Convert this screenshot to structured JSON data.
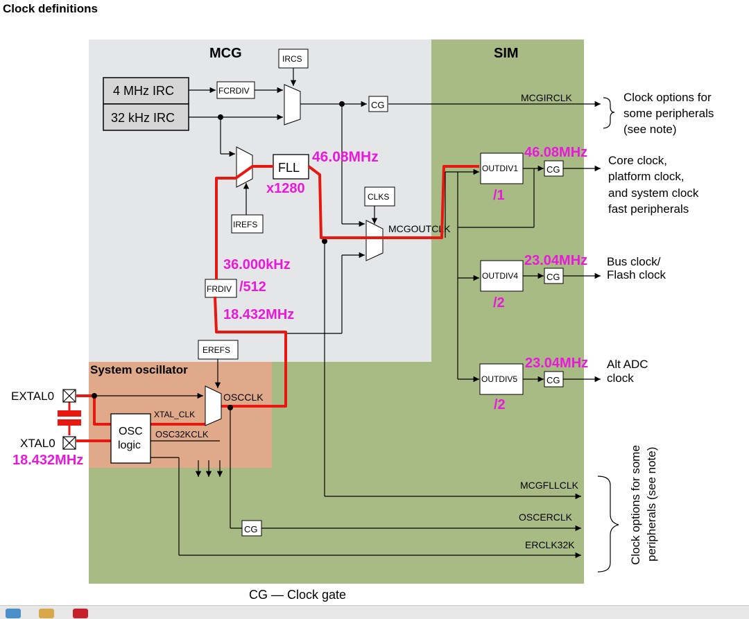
{
  "title": "Clock definitions",
  "regions": {
    "mcg": "MCG",
    "sim": "SIM",
    "osc": "System oscillator"
  },
  "blocks": {
    "irc4": "4 MHz IRC",
    "irc32": "32 kHz IRC",
    "fcrdiv": "FCRDIV",
    "ircs": "IRCS",
    "fll": "FLL",
    "irefs": "IREFS",
    "clks": "CLKS",
    "frdiv": "FRDIV",
    "erefs": "EREFS",
    "osc_logic_1": "OSC",
    "osc_logic_2": "logic",
    "outdiv1": "OUTDIV1",
    "outdiv4": "OUTDIV4",
    "outdiv5": "OUTDIV5",
    "cg": "CG"
  },
  "signals": {
    "mcgirclk": "MCGIRCLK",
    "mcgoutclk": "MCGOUTCLK",
    "oscclk": "OSCCLK",
    "xtal_clk": "XTAL_CLK",
    "osc32kclk": "OSC32KCLK",
    "mcgfllclk": "MCGFLLCLK",
    "oscerclk": "OSCERCLK",
    "erclk32k": "ERCLK32K"
  },
  "pins": {
    "extal": "EXTAL0",
    "xtal": "XTAL0"
  },
  "outputs": {
    "irclk_note": [
      "Clock options for",
      "some peripherals",
      "(see note)"
    ],
    "core": [
      "Core clock,",
      "platform clock,",
      "and system clock",
      "fast peripherals"
    ],
    "bus": [
      "Bus clock/",
      "Flash clock"
    ],
    "adc": [
      "Alt ADC",
      "clock"
    ],
    "vertical_note": [
      "Clock options for some",
      "peripherals (see note)"
    ]
  },
  "annotations": {
    "fll_out": "46.08MHz",
    "fll_mult": "x1280",
    "frdiv_out": "36.000kHz",
    "frdiv_div": "/512",
    "osc_in": "18.432MHz",
    "crystal": "18.432MHz",
    "outdiv1_freq": "46.08MHz",
    "outdiv1_div": "/1",
    "outdiv4_freq": "23.04MHz",
    "outdiv4_div": "/2",
    "outdiv5_freq": "23.04MHz",
    "outdiv5_div": "/2"
  },
  "footer": "CG — Clock gate",
  "colors": {
    "mcg_bg": "#e4e6e7",
    "sim_bg": "#a9bb85",
    "osc_bg": "#dfa98a",
    "highlight": "#e8170f",
    "annotation": "#e81ad9"
  }
}
